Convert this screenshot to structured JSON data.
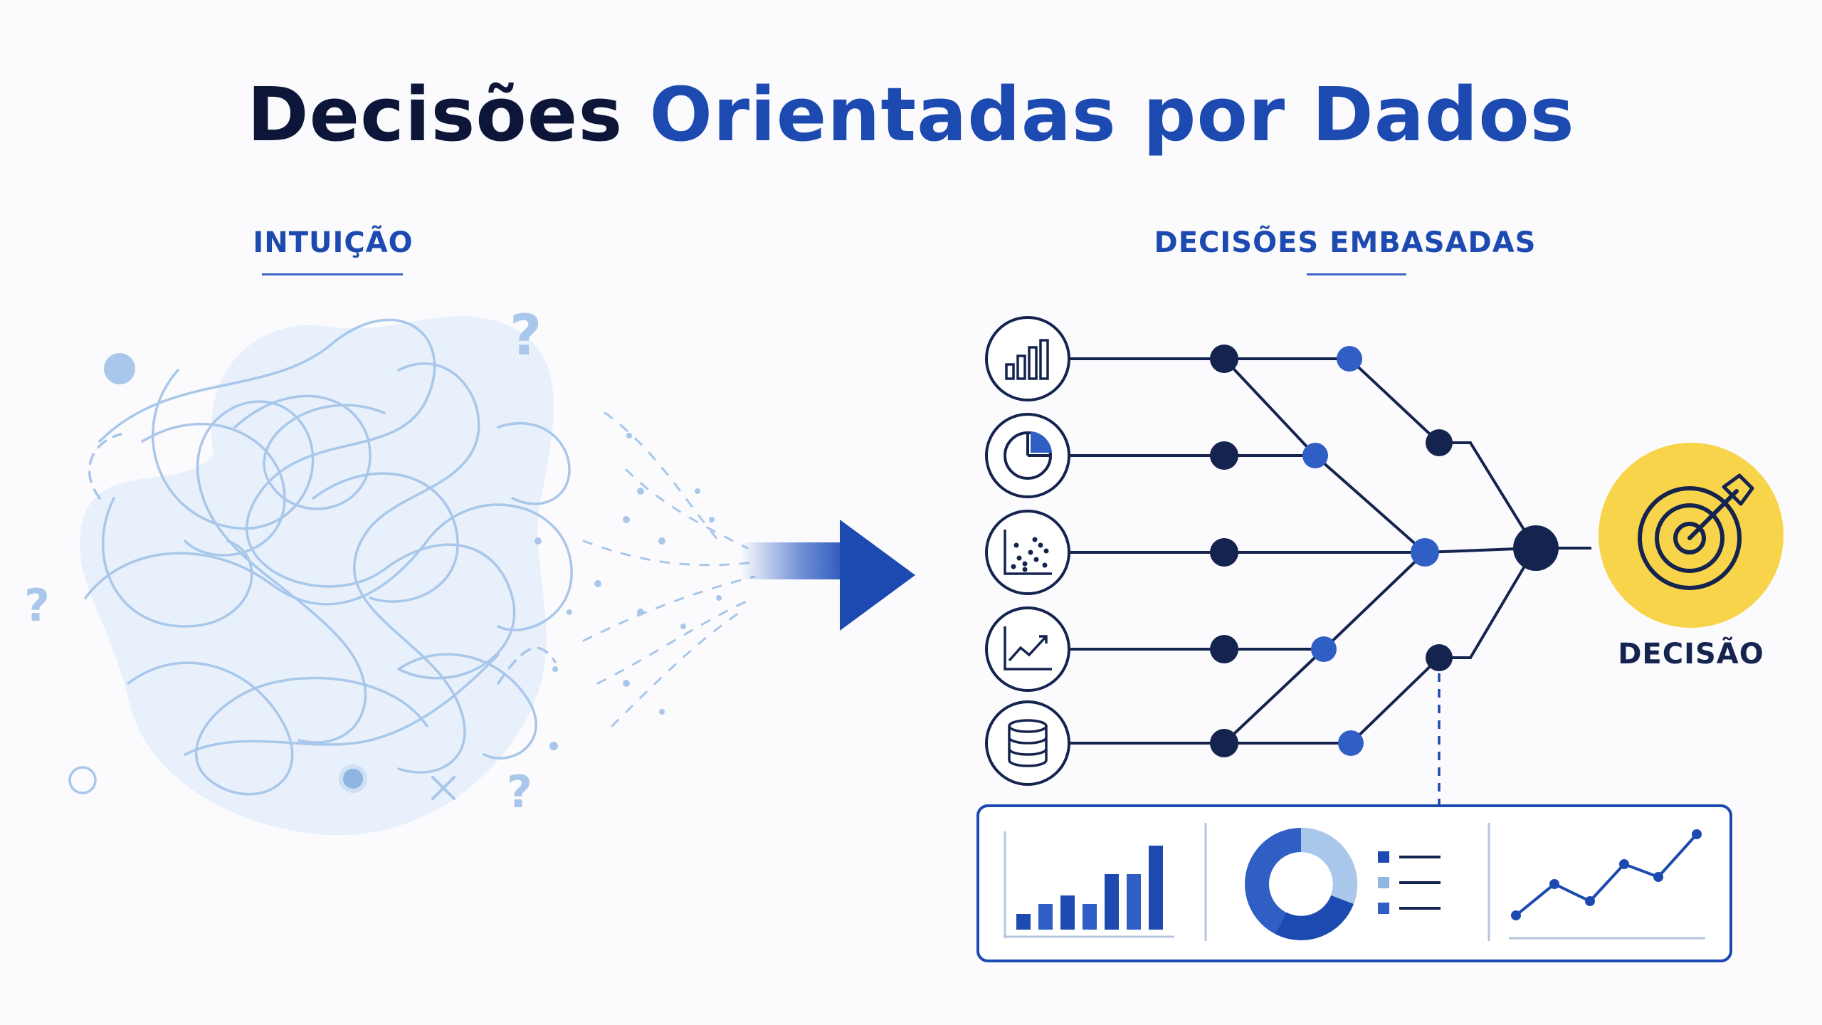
{
  "title": {
    "part1": "Decisões",
    "part2": "Orientadas por Dados"
  },
  "left_section": {
    "label": "INTUIÇÃO"
  },
  "right_section": {
    "label": "DECISÕES EMBASADAS"
  },
  "target": {
    "label": "DECISÃO"
  },
  "data_sources": [
    {
      "icon": "bar-chart-icon"
    },
    {
      "icon": "pie-chart-icon"
    },
    {
      "icon": "scatter-plot-icon"
    },
    {
      "icon": "line-chart-icon"
    },
    {
      "icon": "database-icon"
    }
  ],
  "colors": {
    "navy": "#15234f",
    "blue": "#1d4ab0",
    "mid_blue": "#2f5fc4",
    "light_blue": "#a9c7ea",
    "cloud": "#e7f0fb",
    "target_yellow": "#f8d44a"
  }
}
